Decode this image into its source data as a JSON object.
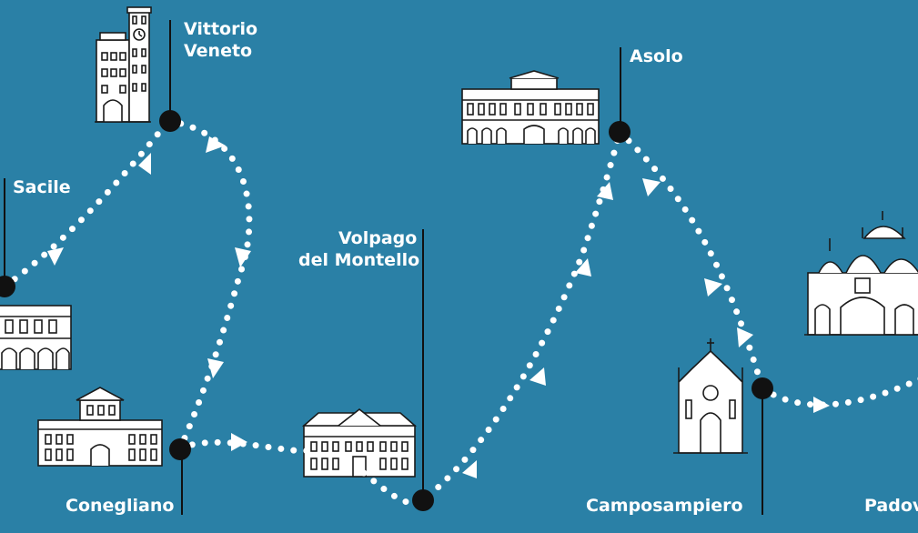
{
  "colors": {
    "background": "#2a80a6",
    "route_dots": "#ffffff",
    "stop_marker": "#111111",
    "text": "#ffffff",
    "building_fill": "#ffffff",
    "building_line": "#1a1a1a"
  },
  "stops": [
    {
      "id": "sacile",
      "label_lines": [
        "Sacile"
      ],
      "icon": "arcade-building-icon"
    },
    {
      "id": "vittorio-veneto",
      "label_lines": [
        "Vittorio",
        "Veneto"
      ],
      "icon": "clock-tower-icon"
    },
    {
      "id": "conegliano",
      "label_lines": [
        "Conegliano"
      ],
      "icon": "palazzo-icon"
    },
    {
      "id": "volpago-del-montello",
      "label_lines": [
        "Volpago",
        "del Montello"
      ],
      "icon": "villa-icon"
    },
    {
      "id": "asolo",
      "label_lines": [
        "Asolo"
      ],
      "icon": "long-palace-icon"
    },
    {
      "id": "camposampiero",
      "label_lines": [
        "Camposampiero"
      ],
      "icon": "gothic-church-icon"
    },
    {
      "id": "padova",
      "label_lines": [
        "Padov"
      ],
      "icon": "basilica-icon"
    }
  ]
}
